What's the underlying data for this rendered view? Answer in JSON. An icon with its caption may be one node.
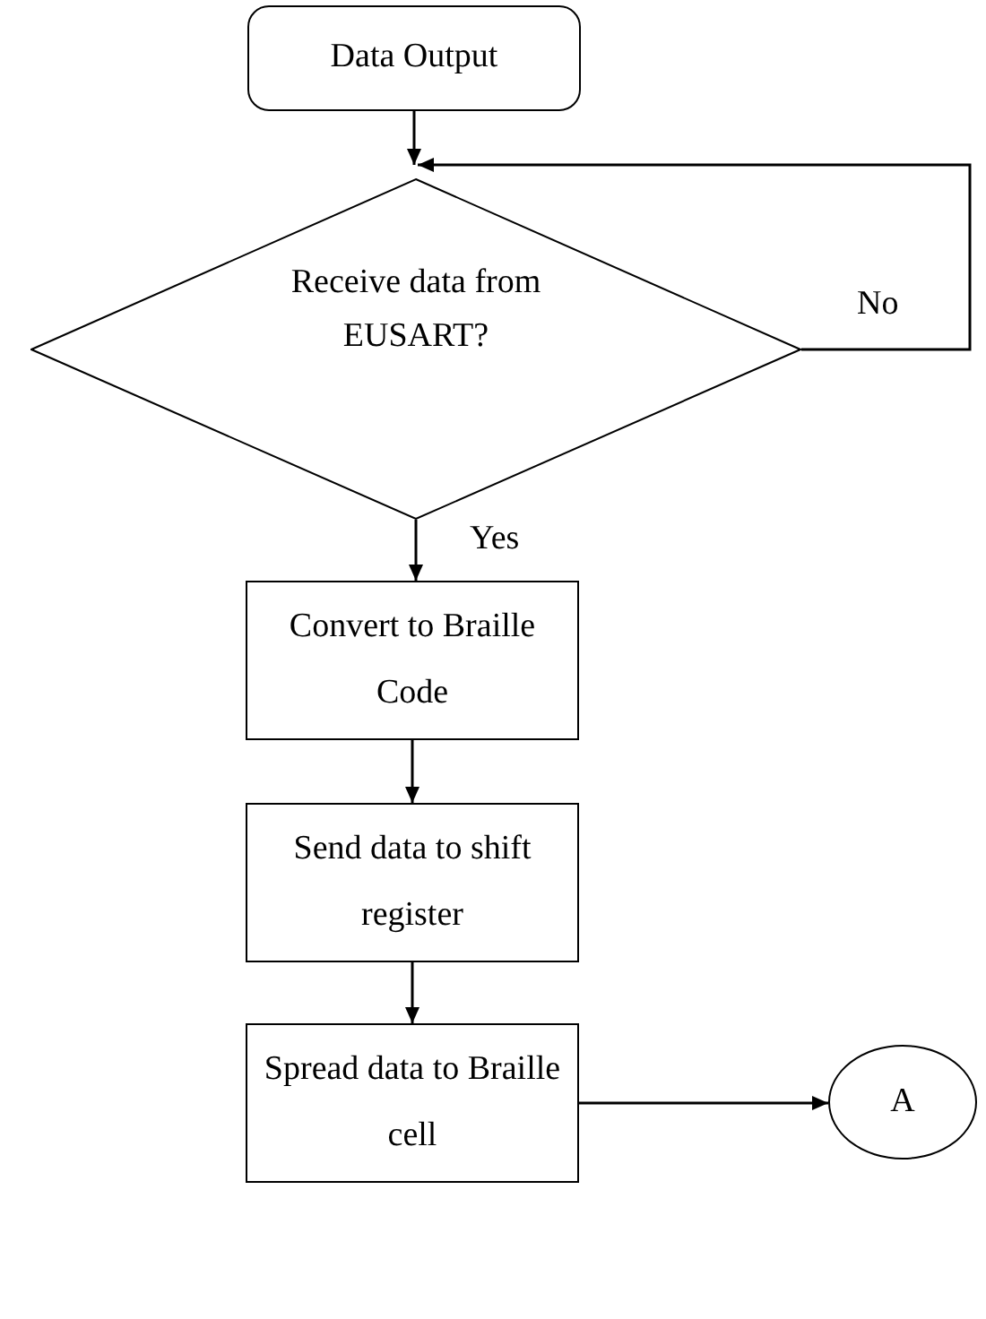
{
  "diagram": {
    "nodes": [
      {
        "text": [
          "Data Output"
        ]
      },
      {
        "text": [
          "Receive data from EUSART?"
        ]
      },
      {
        "text": [
          "Convert to Braille Code"
        ]
      },
      {
        "text": [
          "Send data to shift register"
        ]
      },
      {
        "text": [
          "Spread data to Braille cell"
        ]
      },
      {
        "text": [
          "A"
        ]
      }
    ],
    "edges": [
      {
        "from": 0,
        "to": 1,
        "arrow": "to"
      },
      {
        "from": 1,
        "to": 1,
        "arrow": "to",
        "label": "No"
      },
      {
        "from": 1,
        "to": 2,
        "arrow": "to",
        "label": "Yes"
      },
      {
        "from": 2,
        "to": 3,
        "arrow": "to"
      },
      {
        "from": 3,
        "to": 4,
        "arrow": "to"
      },
      {
        "from": 4,
        "to": 5,
        "arrow": "to"
      }
    ]
  }
}
